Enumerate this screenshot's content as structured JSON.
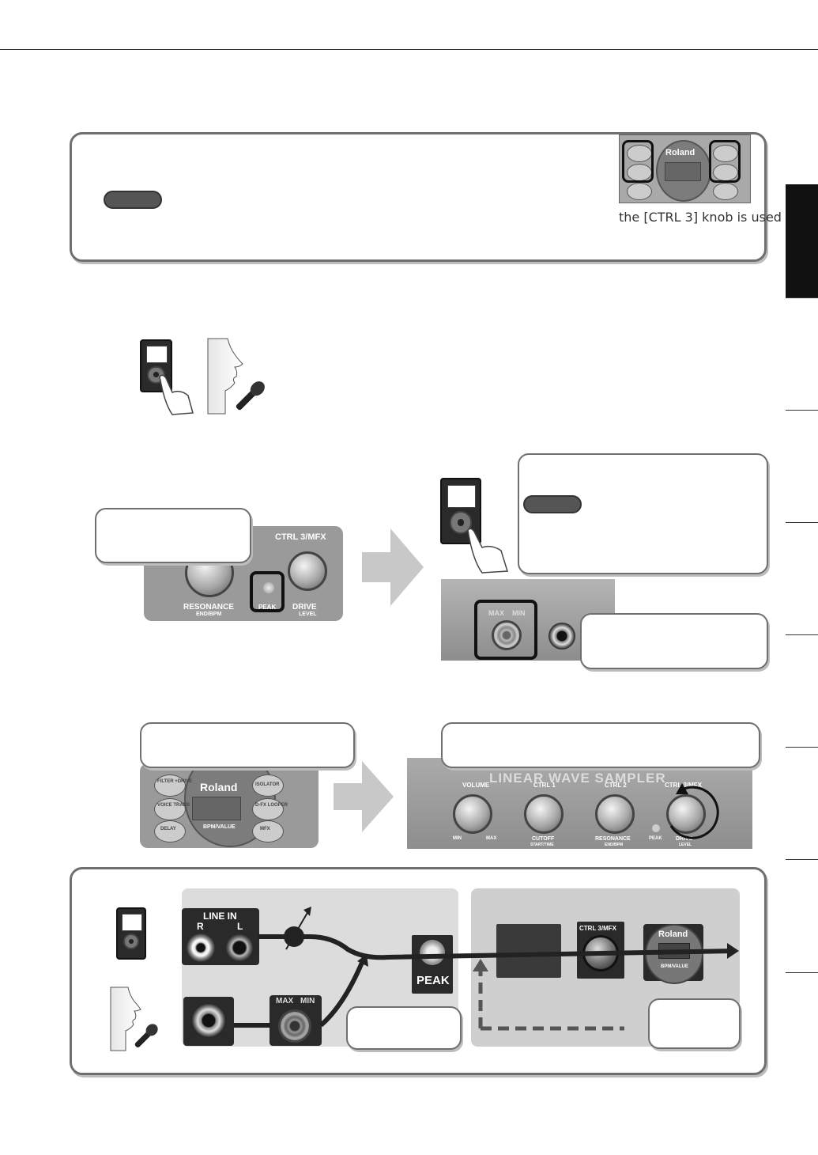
{
  "page": {
    "cut_text": "the [CTRL 3] knob is used"
  },
  "device_labels": {
    "roland": "Roland",
    "ctrl3_mfx": "CTRL 3/MFX",
    "resonance": "RESONANCE",
    "end_bpm": "END/BPM",
    "peak": "PEAK",
    "drive": "DRIVE",
    "level": "LEVEL",
    "max": "MAX",
    "min": "MIN",
    "volume": "VOLUME",
    "ctrl1": "CTRL 1",
    "ctrl2": "CTRL 2",
    "cutoff": "CUTOFF",
    "start_time": "START/TIME",
    "bpm_value": "BPM/VALUE",
    "bpm_value_cut": "BPM/VALUE",
    "linear_wave_sampler": "LINEAR WAVE SAMPLER",
    "line_in": "LINE IN",
    "r": "R",
    "l": "L",
    "peak_big": "PEAK"
  },
  "pad_buttons": {
    "left": [
      "FILTER +DRIVE",
      "VOICE TRANS",
      "DELAY"
    ],
    "right": [
      "ISOLATOR",
      "D-FX LOOPER",
      "MFX"
    ]
  },
  "colors": {
    "panel": "#9a9a9a",
    "dark": "#222222",
    "outline": "#6f6f6f",
    "tab_active": "#111111"
  }
}
